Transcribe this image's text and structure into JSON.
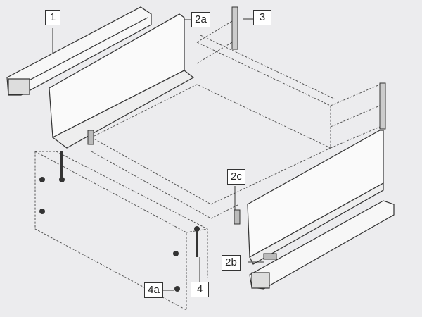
{
  "diagram": {
    "type": "exploded assembly drawing",
    "subject": "Drawer system assembly",
    "background_color": "#ececee",
    "line_color": "#333333",
    "callouts": [
      {
        "id": "1",
        "label": "1",
        "part": "runner (left)"
      },
      {
        "id": "2a",
        "label": "2a",
        "part": "drawer side (left)"
      },
      {
        "id": "3",
        "label": "3",
        "part": "rear panel bracket"
      },
      {
        "id": "2c",
        "label": "2c",
        "part": "cover cap"
      },
      {
        "id": "2b",
        "label": "2b",
        "part": "front cap / cover"
      },
      {
        "id": "4",
        "label": "4",
        "part": "front fixing bracket"
      },
      {
        "id": "4a",
        "label": "4a",
        "part": "front fixing clip"
      }
    ]
  }
}
